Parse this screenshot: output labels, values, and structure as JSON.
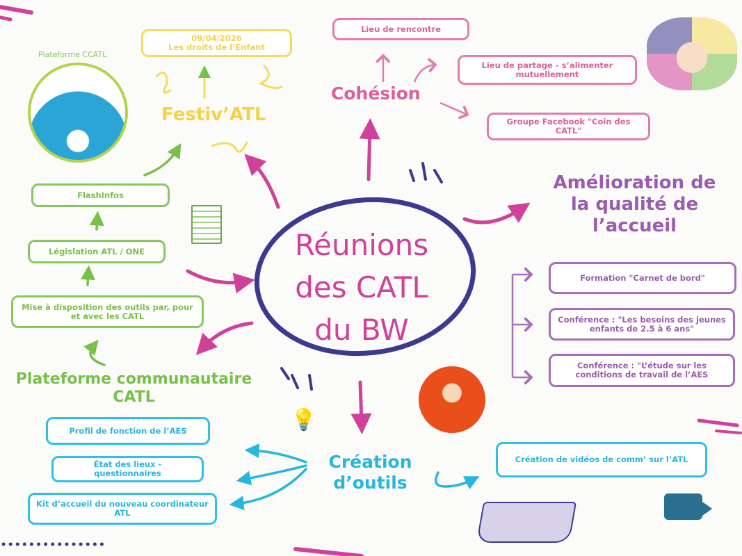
{
  "colors": {
    "pink": "#de5e9c",
    "magenta": "#d0429a",
    "yellow": "#f2d44a",
    "green": "#78c04a",
    "cyan": "#27b7dd",
    "purple": "#9a5cae",
    "navy": "#3b3a8f"
  },
  "center": {
    "lines": [
      "Réunions",
      "des CATL",
      "du BW"
    ]
  },
  "logo": {
    "label": "Plateforme CCATL"
  },
  "festiv": {
    "title": "Festiv’ATL",
    "event_date": "09/04/2026",
    "event_name": "Les droits de l’Enfant"
  },
  "cohesion": {
    "title": "Cohésion",
    "items": [
      "Lieu de rencontre",
      "Lieu de partage - s’alimenter mutuellement",
      "Groupe Facebook \"Coin des CATL\""
    ]
  },
  "amelioration": {
    "title_lines": [
      "Amélioration de",
      "la qualité de",
      "l’accueil"
    ],
    "items": [
      "Formation \"Carnet de bord\"",
      "Conférence : \"Les besoins des jeunes enfants de 2.5 à 6 ans\"",
      "Conférence : \"L’étude sur les conditions de travail de l’AES"
    ]
  },
  "plateforme": {
    "title_lines": [
      "Plateforme communautaire",
      "CATL"
    ],
    "items": [
      "FlashInfos",
      "Législation ATL / ONE",
      "Mise à disposition des outils par, pour et avec les CATL"
    ]
  },
  "creation": {
    "title_lines": [
      "Création",
      "d’outils"
    ],
    "items": [
      "Profil de fonction de l’AES",
      "État des lieux - questionnaires",
      "Kit d’accueil du nouveau coordinateur ATL",
      "Création de vidéos de comm’ sur l’ATL"
    ]
  }
}
